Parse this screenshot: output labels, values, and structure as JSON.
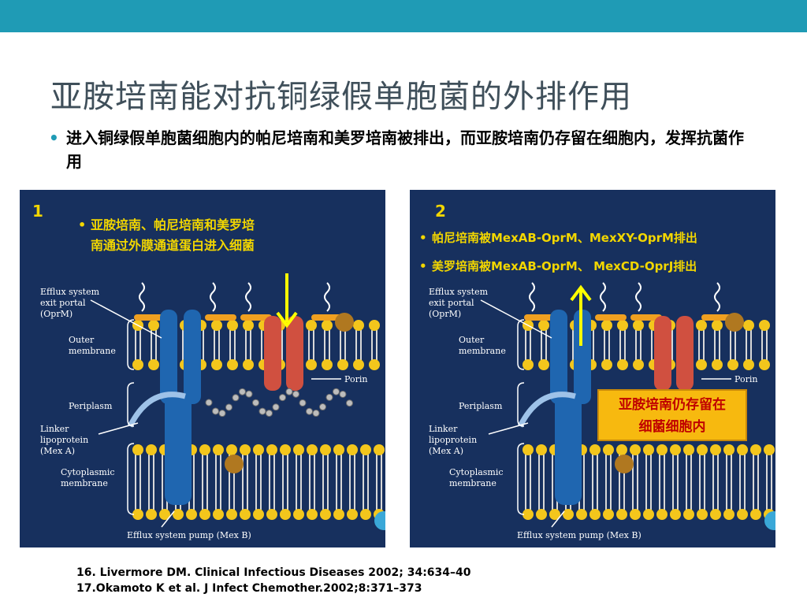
{
  "slide": {
    "title": "亚胺培南能对抗铜绿假单胞菌的外排作用",
    "bullet": "进入铜绿假单胞菌细胞内的帕尼培南和美罗培南被排出，而亚胺培南仍存留在细胞内，发挥抗菌作用",
    "bullet_marker": "•"
  },
  "panel1": {
    "number": "1",
    "bullet_line1": "亚胺培南、帕尼培南和美罗培",
    "bullet_line2": "南通过外膜通道蛋白进入细菌",
    "labels": {
      "efflux_exit_line1": "Efflux system",
      "efflux_exit_line2": "exit portal",
      "efflux_exit_line3": "(OprM)",
      "outer_line1": "Outer",
      "outer_line2": "membrane",
      "periplasm": "Periplasm",
      "linker_line1": "Linker",
      "linker_line2": "lipoprotein",
      "linker_line3": "(Mex A)",
      "cyto_line1": "Cytoplasmic",
      "cyto_line2": "membrane",
      "porin": "Porin",
      "pump": "Efflux system pump (Mex B)"
    }
  },
  "panel2": {
    "number": "2",
    "bullet1": "帕尼培南被MexAB-OprM、MexXY-OprM排出",
    "bullet2": "美罗培南被MexAB-OprM、 MexCD-OprJ排出",
    "callout_line1": "亚胺培南仍存留在",
    "callout_line2": "细菌细胞内",
    "labels": {
      "efflux_exit_line1": "Efflux system",
      "efflux_exit_line2": "exit portal",
      "efflux_exit_line3": "(OprM)",
      "outer_line1": "Outer",
      "outer_line2": "membrane",
      "periplasm": "Periplasm",
      "linker_line1": "Linker",
      "linker_line2": "lipoprotein",
      "linker_line3": "(Mex A)",
      "cyto_line1": "Cytoplasmic",
      "cyto_line2": "membrane",
      "porin": "Porin",
      "pump": "Efflux system pump (Mex B)"
    }
  },
  "references": {
    "ref1": "16. Livermore DM. Clinical Infectious Diseases 2002; 34:634–40",
    "ref2": "17.Okamoto K et al. J Infect Chemother.2002;8:371–373"
  },
  "colors": {
    "topbar": "#1f9bb5",
    "panel_bg": "#17305e",
    "accent_text": "#f2d600",
    "arrow": "#ffff00",
    "callout_bg": "#f7b90f",
    "callout_text": "#c00000",
    "channel_blue": "#1f66b0",
    "porin_red": "#d05040",
    "lipid_head": "#f3c61c"
  },
  "icons": {
    "arrow_down": "arrow-down-icon",
    "arrow_up": "arrow-up-icon"
  }
}
